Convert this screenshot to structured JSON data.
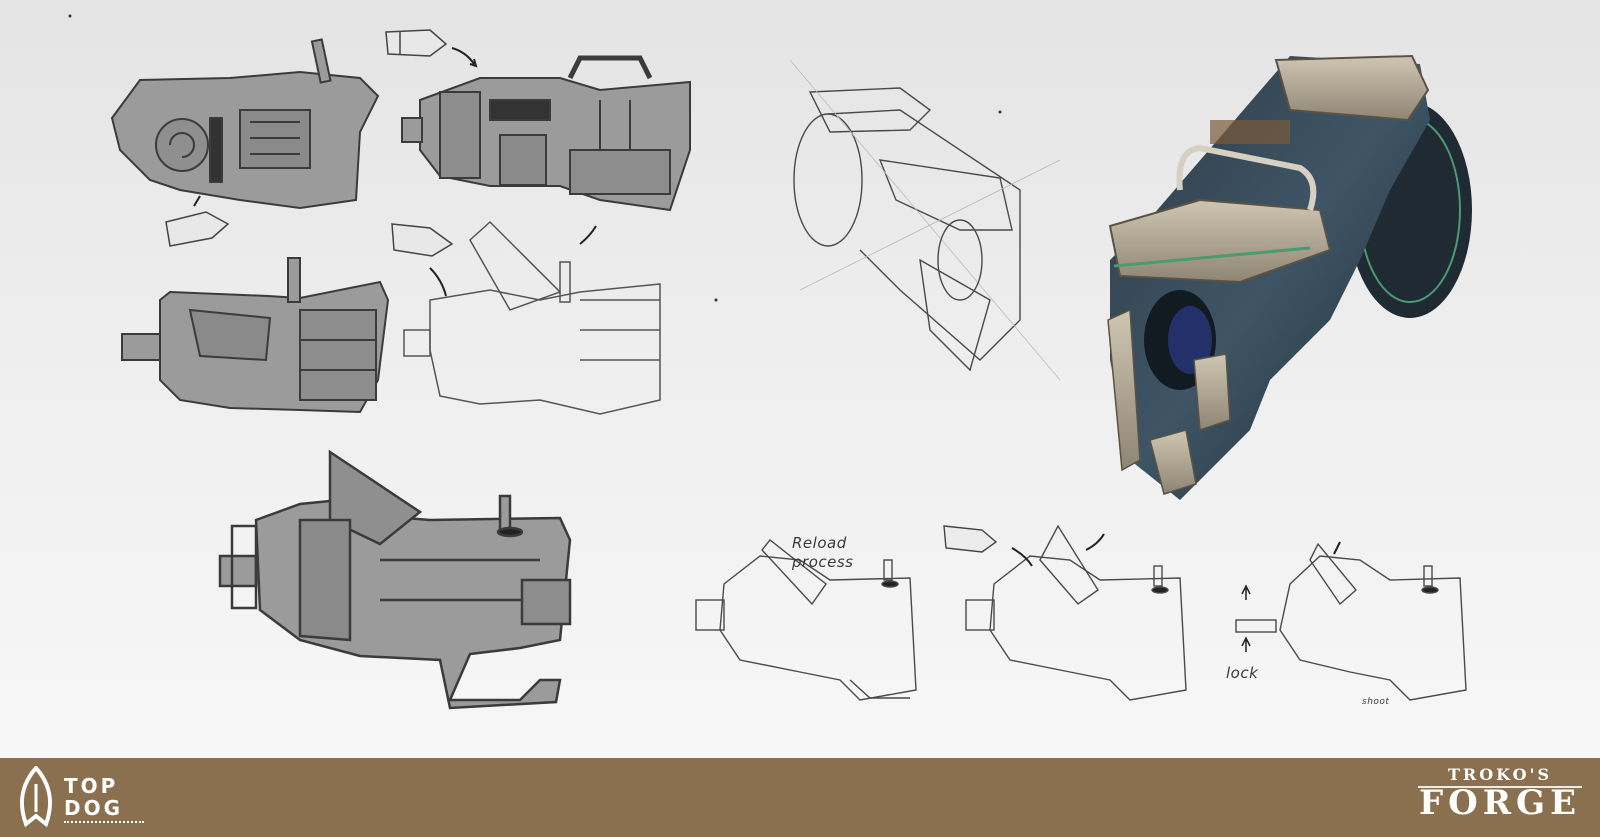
{
  "annotations": {
    "reload": "Reload process",
    "lock": "lock",
    "shoot": "shoot"
  },
  "footer": {
    "left_logo": {
      "line1": "TOP",
      "line2": "DOG"
    },
    "right_logo": {
      "line1": "TROKO'S",
      "line2": "FORGE"
    }
  },
  "colors": {
    "footer_bg": "#8a704e",
    "sketch_fill": "#9b9b9b",
    "ink": "#3b3b3b",
    "rendered_metal": "#3a4a55",
    "rendered_stone": "#b7ad98",
    "accent_green": "#4a9a72"
  },
  "icons": [
    "top-dog-logo-icon",
    "trokos-forge-logo-icon",
    "arrow-icon"
  ]
}
